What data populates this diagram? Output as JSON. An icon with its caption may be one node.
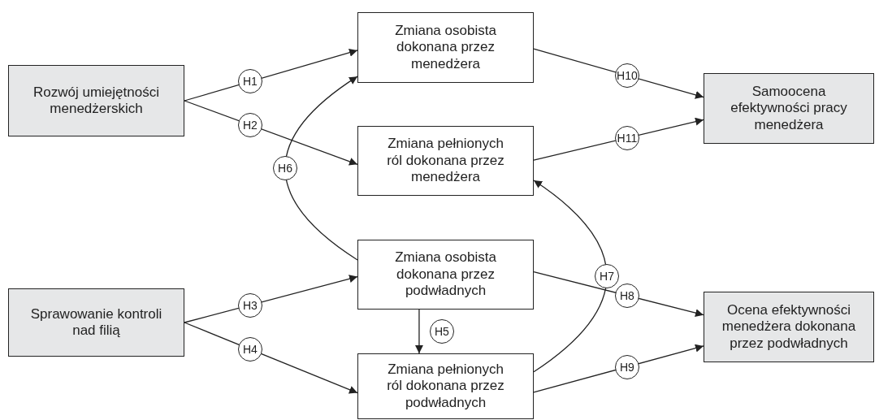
{
  "diagram": {
    "nodes": [
      {
        "text": [
          "Rozwój umiejętności menedżerskich"
        ]
      },
      {
        "text": [
          "Zmiana osobista dokonana przez menedżera"
        ]
      },
      {
        "text": [
          "Zmiana pełnionych ról dokonana przez menedżera"
        ]
      },
      {
        "text": [
          "Samoocena efektywności pracy menedżera"
        ]
      },
      {
        "text": [
          "Zmiana osobista dokonana przez podwładnych"
        ]
      },
      {
        "text": [
          "Sprawowanie kontroli nad filią"
        ]
      },
      {
        "text": [
          "Zmiana pełnionych ról dokonana przez podwładnych"
        ]
      },
      {
        "text": [
          "Ocena efektywności menedżera dokonana przez podwładnych"
        ]
      }
    ],
    "edges": [
      {
        "from": 0,
        "to": 1,
        "arrow": "to",
        "label": "H1"
      },
      {
        "from": 0,
        "to": 2,
        "arrow": "to",
        "label": "H2"
      },
      {
        "from": 5,
        "to": 4,
        "arrow": "to",
        "label": "H3"
      },
      {
        "from": 5,
        "to": 6,
        "arrow": "to",
        "label": "H4"
      },
      {
        "from": 4,
        "to": 6,
        "arrow": "to",
        "label": "H5"
      },
      {
        "from": 4,
        "to": 1,
        "arrow": "to",
        "label": "H6"
      },
      {
        "from": 6,
        "to": 2,
        "arrow": "to",
        "label": "H7"
      },
      {
        "from": 4,
        "to": 7,
        "arrow": "to",
        "label": "H8"
      },
      {
        "from": 6,
        "to": 7,
        "arrow": "to",
        "label": "H9"
      },
      {
        "from": 1,
        "to": 3,
        "arrow": "to",
        "label": "H10"
      },
      {
        "from": 2,
        "to": 3,
        "arrow": "to",
        "label": "H11"
      }
    ]
  }
}
